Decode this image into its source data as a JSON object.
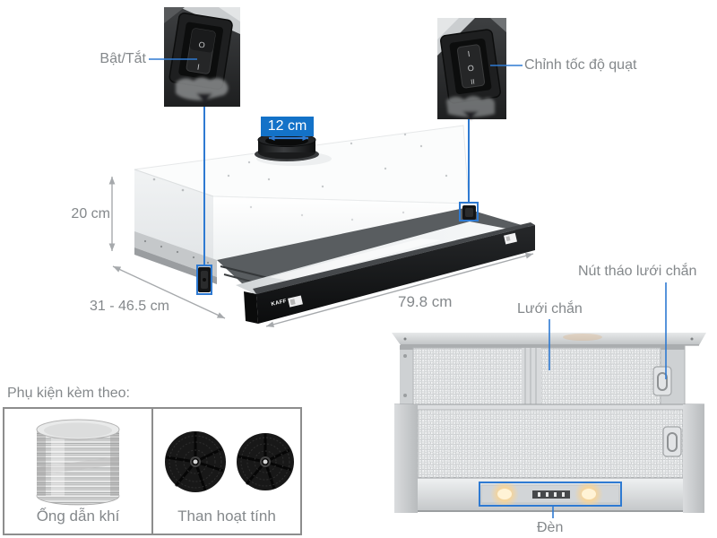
{
  "title": "Range hood product diagram",
  "colors": {
    "accent_blue": "#1372c8",
    "line_blue": "#2e7ad2",
    "annotation_gray": "#84888b",
    "arrow_gray": "#a6a9ac"
  },
  "callouts": {
    "power": {
      "label": "Bật/Tắt",
      "markings": [
        "O",
        "I"
      ]
    },
    "speed": {
      "label": "Chỉnh tốc độ quạt",
      "markings": [
        "I",
        "O",
        "II"
      ]
    }
  },
  "dimensions": {
    "duct_diameter": "12 cm",
    "height": "20 cm",
    "depth": "31 - 46.5 cm",
    "width": "79.8 cm"
  },
  "product": {
    "brand": "KAFF"
  },
  "underside": {
    "filter_release_label": "Nút tháo lưới chắn",
    "filter_label": "Lưới chắn",
    "light_label": "Đèn"
  },
  "accessories": {
    "heading": "Phụ kiện kèm theo:",
    "items": [
      {
        "label": "Ống dẫn khí"
      },
      {
        "label": "Than hoạt tính"
      }
    ]
  }
}
